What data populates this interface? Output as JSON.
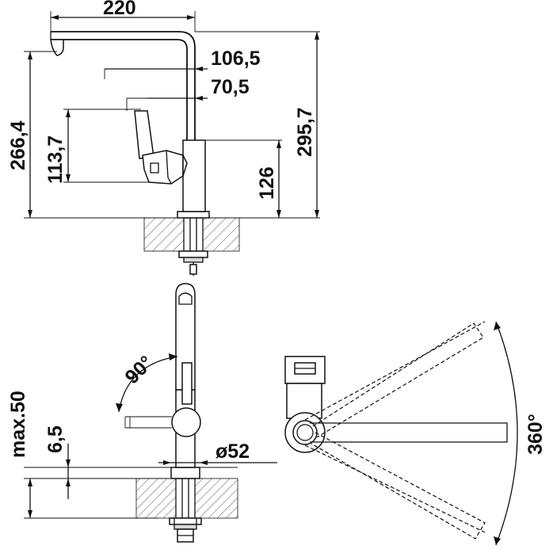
{
  "dimensions": {
    "reach": "220",
    "lever_offset": "106,5",
    "lever_offset_inner": "70,5",
    "height_to_spout": "266,4",
    "lever_height": "113,7",
    "body_height": "126",
    "total_height": "295,7",
    "deck_thickness_max": "max.50",
    "base_height": "6,5",
    "base_diameter": "ø52",
    "lever_angle": "90°",
    "swivel_angle": "360°"
  }
}
